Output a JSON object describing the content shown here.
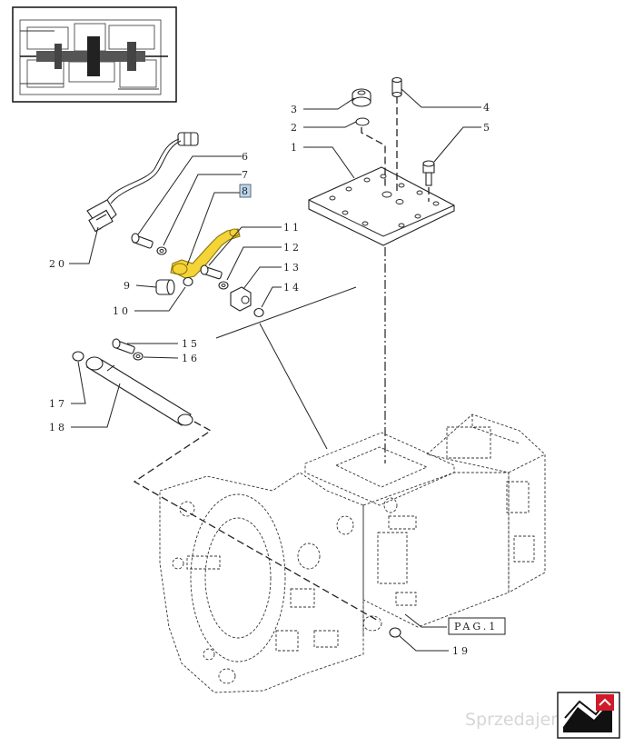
{
  "callouts": {
    "c1": "1",
    "c2": "2",
    "c3": "3",
    "c4": "4",
    "c5": "5",
    "c6": "6",
    "c7": "7",
    "c8": "8",
    "c9": "9",
    "c10": "10",
    "c11": "11",
    "c12": "12",
    "c13": "13",
    "c14": "14",
    "c15": "15",
    "c16": "16",
    "c17": "17",
    "c18": "18",
    "c19": "19",
    "c20": "20"
  },
  "page_ref": "PAG.1",
  "watermark": "Sprzedajemy.pl",
  "colors": {
    "highlight": "#f4d437",
    "highlight_box": "#bcd6ea",
    "line": "#222222"
  }
}
